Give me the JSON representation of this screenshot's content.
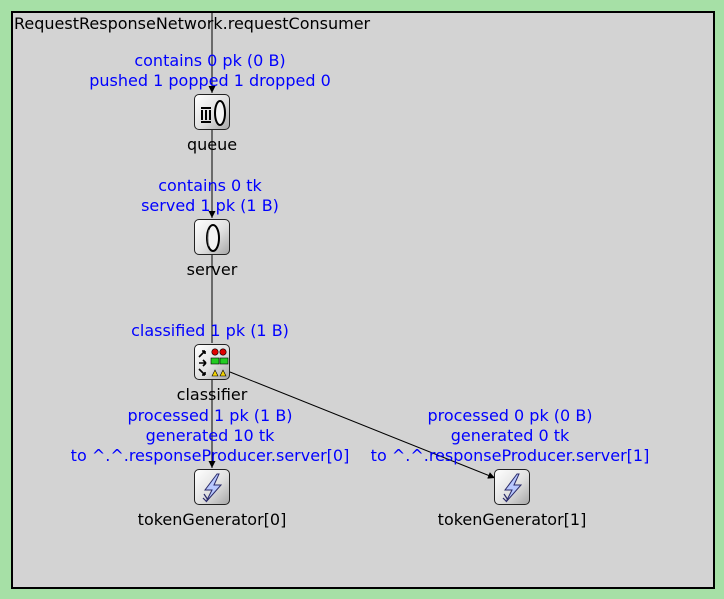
{
  "network_title": "RequestResponseNetwork.requestConsumer",
  "colors": {
    "background": "#a6e0a6",
    "canvas": "#d3d3d3",
    "stat_text": "#0000ff"
  },
  "modules": {
    "queue": {
      "name": "queue",
      "icon": "queue-icon",
      "stats": [
        "contains 0 pk (0 B)",
        "pushed 1 popped 1 dropped 0"
      ]
    },
    "server": {
      "name": "server",
      "icon": "server-icon",
      "stats": [
        "contains 0 tk",
        "served 1 pk (1 B)"
      ]
    },
    "classifier": {
      "name": "classifier",
      "icon": "classifier-icon",
      "stats": [
        "classified 1 pk (1 B)"
      ]
    },
    "token_generator_0": {
      "name": "tokenGenerator[0]",
      "icon": "lightning-icon",
      "stats": [
        "processed 1 pk (1 B)",
        "generated 10 tk",
        "to ^.^.responseProducer.server[0]"
      ]
    },
    "token_generator_1": {
      "name": "tokenGenerator[1]",
      "icon": "lightning-icon",
      "stats": [
        "processed 0 pk (0 B)",
        "generated 0 tk",
        "to ^.^.responseProducer.server[1]"
      ]
    }
  }
}
